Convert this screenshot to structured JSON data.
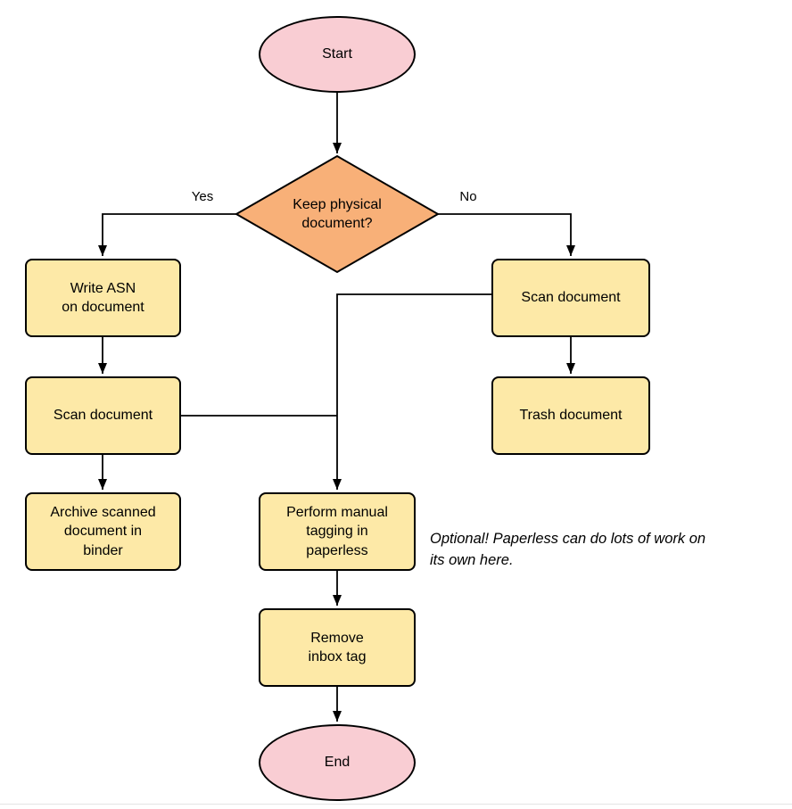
{
  "colors": {
    "terminal_fill": "#f9cdd3",
    "decision_fill": "#f8b078",
    "process_fill": "#fde9a7",
    "stroke": "#000000",
    "background": "#ffffff"
  },
  "nodes": {
    "start": "Start",
    "decision": "Keep physical\ndocument?",
    "write_asn": "Write ASN\non document",
    "scan_left": "Scan document",
    "archive": "Archive scanned\ndocument in\nbinder",
    "scan_right": "Scan document",
    "trash": "Trash document",
    "tagging": "Perform manual\ntagging in\npaperless",
    "remove_inbox": "Remove\ninbox tag",
    "end": "End"
  },
  "edge_labels": {
    "yes": "Yes",
    "no": "No"
  },
  "annotation": "Optional! Paperless can do lots of work on\nits own here.",
  "edges": [
    {
      "from": "start",
      "to": "decision"
    },
    {
      "from": "decision",
      "to": "write_asn",
      "label": "Yes"
    },
    {
      "from": "decision",
      "to": "scan_right",
      "label": "No"
    },
    {
      "from": "write_asn",
      "to": "scan_left"
    },
    {
      "from": "scan_left",
      "to": "archive"
    },
    {
      "from": "scan_left",
      "to": "tagging"
    },
    {
      "from": "scan_right",
      "to": "trash"
    },
    {
      "from": "scan_right",
      "to": "tagging"
    },
    {
      "from": "tagging",
      "to": "remove_inbox"
    },
    {
      "from": "remove_inbox",
      "to": "end"
    }
  ]
}
